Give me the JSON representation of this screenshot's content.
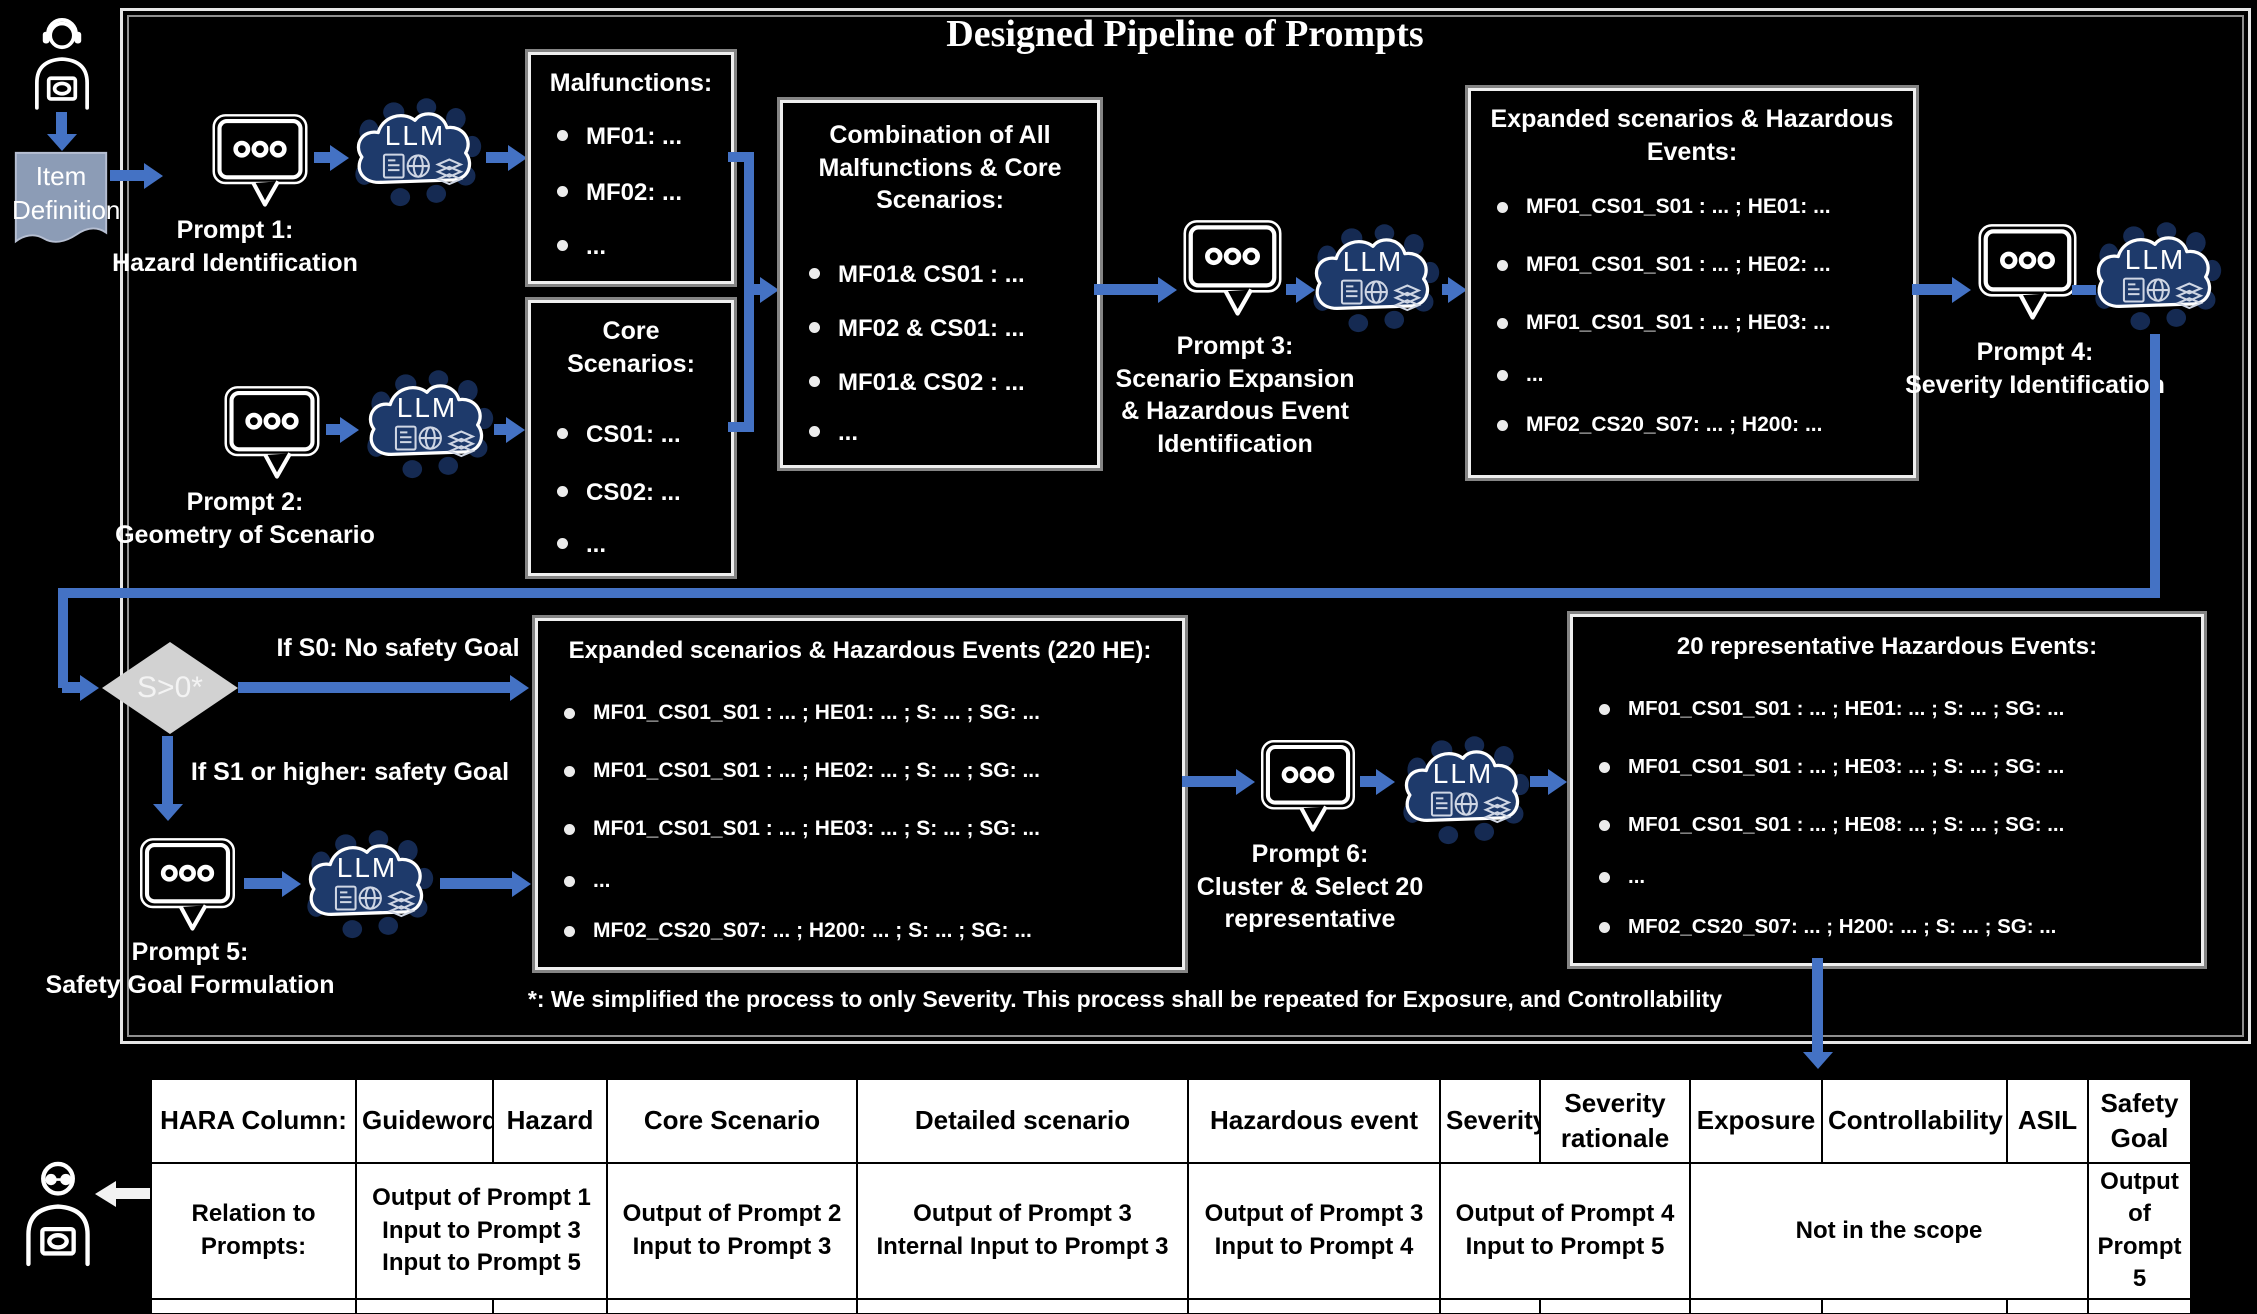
{
  "title": "Designed Pipeline of Prompts",
  "llm_label": "LLM",
  "item_definition": {
    "l1": "Item",
    "l2": "Definition"
  },
  "prompt1": {
    "l1": "Prompt 1:",
    "l2": "Hazard Identification"
  },
  "prompt2": {
    "l1": "Prompt 2:",
    "l2": "Geometry of Scenario"
  },
  "prompt3": {
    "l1": "Prompt 3:",
    "l2": "Scenario Expansion",
    "l3": "& Hazardous Event",
    "l4": "Identification"
  },
  "prompt4": {
    "l1": "Prompt 4:",
    "l2": "Severity Identification"
  },
  "prompt5": {
    "l1": "Prompt 5:",
    "l2": "Safety Goal Formulation"
  },
  "prompt6": {
    "l1": "Prompt 6:",
    "l2": "Cluster & Select 20",
    "l3": "representative"
  },
  "malfunctions": {
    "title": "Malfunctions:",
    "items": [
      "MF01: ...",
      "MF02: ...",
      "..."
    ]
  },
  "core_scenarios": {
    "t1": "Core",
    "t2": "Scenarios:",
    "items": [
      "CS01: ...",
      "CS02: ...",
      "..."
    ]
  },
  "combination": {
    "t1": "Combination of All",
    "t2": "Malfunctions & Core",
    "t3": "Scenarios:",
    "items": [
      "MF01& CS01 : ...",
      "MF02 & CS01: ...",
      "MF01& CS02 : ...",
      "..."
    ]
  },
  "expanded": {
    "t1": "Expanded scenarios & Hazardous",
    "t2": "Events:",
    "items": [
      "MF01_CS01_S01 : ... ; HE01: ...",
      "MF01_CS01_S01 : ... ; HE02: ...",
      "MF01_CS01_S01 : ... ; HE03: ...",
      "...",
      "MF02_CS20_S07: ... ; H200: ..."
    ]
  },
  "decision": {
    "diamond": "S>0*",
    "branch_s0": "If S0: No safety Goal",
    "branch_s1": "If S1 or higher: safety Goal"
  },
  "expanded220": {
    "title": "Expanded scenarios & Hazardous Events (220 HE):",
    "items": [
      "MF01_CS01_S01 : ... ; HE01: ... ; S: ... ; SG: ...",
      "MF01_CS01_S01 : ... ; HE02: ... ; S: ... ; SG: ...",
      "MF01_CS01_S01 : ... ; HE03: ... ; S: ... ; SG: ...",
      "...",
      "MF02_CS20_S07: ... ; H200: ... ; S: ... ; SG: ..."
    ]
  },
  "rep20": {
    "title": "20 representative Hazardous Events:",
    "items": [
      "MF01_CS01_S01 : ... ; HE01: ... ; S: ... ; SG: ...",
      "MF01_CS01_S01 : ... ; HE03: ... ; S: ... ; SG: ...",
      "MF01_CS01_S01 : ... ; HE08: ... ; S: ... ; SG: ...",
      "...",
      "MF02_CS20_S07: ... ; H200: ... ; S: ... ; SG: ..."
    ]
  },
  "footnote": "*: We simplified the process to only Severity. This process shall be repeated for Exposure, and Controllability",
  "table": {
    "headers": [
      "HARA Column:",
      "Guideword",
      "Hazard",
      "Core Scenario",
      "Detailed scenario",
      "Hazardous event",
      "Severity",
      "Severity rationale",
      "Exposure",
      "Controllability",
      "ASIL",
      "Safety Goal"
    ],
    "relation_label": "Relation to Prompts:",
    "relations": [
      [
        "Output of Prompt 1",
        "Input to Prompt 3",
        "Input to Prompt 5"
      ],
      [
        "Output of Prompt 2",
        "Input to Prompt 3"
      ],
      [
        "Output of Prompt 3",
        "Internal Input to Prompt 3"
      ],
      [
        "Output of Prompt 3",
        "Input to Prompt 4"
      ],
      [
        "Output of Prompt 4",
        "Input to Prompt 5"
      ],
      [
        "Not in the scope"
      ],
      [
        "Output of",
        "Prompt 5"
      ]
    ]
  },
  "colors": {
    "accent_blue": "#4472c4",
    "navy": "#1e3a6b",
    "diamond_gray": "#d2d2d2",
    "item_fill": "#8c9cb6"
  }
}
